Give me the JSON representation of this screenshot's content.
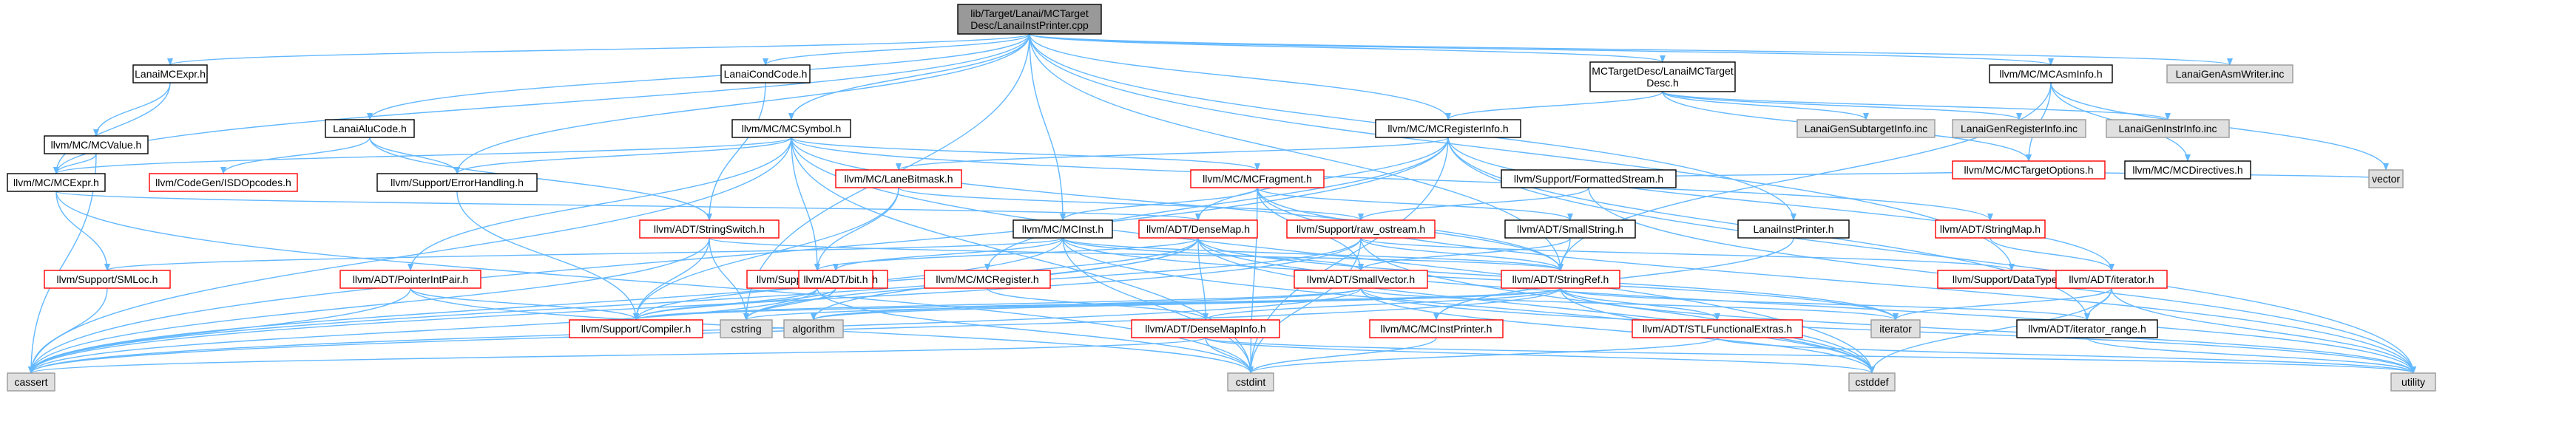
{
  "diagram": {
    "colors": {
      "edge": "#63b8ff",
      "root_fill": "#999999",
      "node_fill": "#ffffff",
      "node_stroke_black": "#000000",
      "node_stroke_red": "#ff0000",
      "external_fill": "#e0e0e0",
      "external_stroke": "#999999"
    },
    "nodes": [
      {
        "id": "root",
        "label": [
          "lib/Target/Lanai/MCTarget",
          "Desc/LanaiInstPrinter.cpp"
        ],
        "kind": "root"
      },
      {
        "id": "lanaimcexpr",
        "label": [
          "LanaiMCExpr.h"
        ],
        "kind": "normal"
      },
      {
        "id": "lanaicondcode",
        "label": [
          "LanaiCondCode.h"
        ],
        "kind": "normal"
      },
      {
        "id": "mctargetdesc",
        "label": [
          "MCTargetDesc/LanaiMCTarget",
          "Desc.h"
        ],
        "kind": "normal"
      },
      {
        "id": "mcasminfo",
        "label": [
          "llvm/MC/MCAsmInfo.h"
        ],
        "kind": "normal"
      },
      {
        "id": "genasmwriter",
        "label": [
          "LanaiGenAsmWriter.inc"
        ],
        "kind": "external"
      },
      {
        "id": "mcvalue",
        "label": [
          "llvm/MC/MCValue.h"
        ],
        "kind": "normal"
      },
      {
        "id": "lanaialucode",
        "label": [
          "LanaiAluCode.h"
        ],
        "kind": "normal"
      },
      {
        "id": "mcsymbol",
        "label": [
          "llvm/MC/MCSymbol.h"
        ],
        "kind": "normal"
      },
      {
        "id": "mcregisterinfo",
        "label": [
          "llvm/MC/MCRegisterInfo.h"
        ],
        "kind": "normal"
      },
      {
        "id": "gensubtarget",
        "label": [
          "LanaiGenSubtargetInfo.inc"
        ],
        "kind": "external"
      },
      {
        "id": "genregister",
        "label": [
          "LanaiGenRegisterInfo.inc"
        ],
        "kind": "external"
      },
      {
        "id": "geninstr",
        "label": [
          "LanaiGenInstrInfo.inc"
        ],
        "kind": "external"
      },
      {
        "id": "mctargetoptions",
        "label": [
          "llvm/MC/MCTargetOptions.h"
        ],
        "kind": "red"
      },
      {
        "id": "mcdirectives",
        "label": [
          "llvm/MC/MCDirectives.h"
        ],
        "kind": "normal"
      },
      {
        "id": "mcexpr",
        "label": [
          "llvm/MC/MCExpr.h"
        ],
        "kind": "normal"
      },
      {
        "id": "isdopcodes",
        "label": [
          "llvm/CodeGen/ISDOpcodes.h"
        ],
        "kind": "red"
      },
      {
        "id": "errorhandling",
        "label": [
          "llvm/Support/ErrorHandling.h"
        ],
        "kind": "normal"
      },
      {
        "id": "lanebitmask",
        "label": [
          "llvm/MC/LaneBitmask.h"
        ],
        "kind": "red"
      },
      {
        "id": "mcfragment",
        "label": [
          "llvm/MC/MCFragment.h"
        ],
        "kind": "red"
      },
      {
        "id": "formattedstream",
        "label": [
          "llvm/Support/FormattedStream.h"
        ],
        "kind": "normal"
      },
      {
        "id": "vector",
        "label": [
          "vector"
        ],
        "kind": "external"
      },
      {
        "id": "stringswitch",
        "label": [
          "llvm/ADT/StringSwitch.h"
        ],
        "kind": "red"
      },
      {
        "id": "mcinst",
        "label": [
          "llvm/MC/MCInst.h"
        ],
        "kind": "normal"
      },
      {
        "id": "densemap",
        "label": [
          "llvm/ADT/DenseMap.h"
        ],
        "kind": "red"
      },
      {
        "id": "rawostream",
        "label": [
          "llvm/Support/raw_ostream.h"
        ],
        "kind": "red"
      },
      {
        "id": "smallstring",
        "label": [
          "llvm/ADT/SmallString.h"
        ],
        "kind": "normal"
      },
      {
        "id": "lanaiinstprinter",
        "label": [
          "LanaiInstPrinter.h"
        ],
        "kind": "normal"
      },
      {
        "id": "stringmap",
        "label": [
          "llvm/ADT/StringMap.h"
        ],
        "kind": "red"
      },
      {
        "id": "smloc",
        "label": [
          "llvm/Support/SMLoc.h"
        ],
        "kind": "red"
      },
      {
        "id": "pointerintpair",
        "label": [
          "llvm/ADT/PointerIntPair.h"
        ],
        "kind": "red"
      },
      {
        "id": "mathextras",
        "label": [
          "llvm/Support/MathExtras.h"
        ],
        "kind": "red"
      },
      {
        "id": "bit",
        "label": [
          "llvm/ADT/bit.h"
        ],
        "kind": "red"
      },
      {
        "id": "mcregister",
        "label": [
          "llvm/MC/MCRegister.h"
        ],
        "kind": "red"
      },
      {
        "id": "smallvector",
        "label": [
          "llvm/ADT/SmallVector.h"
        ],
        "kind": "red"
      },
      {
        "id": "stringref",
        "label": [
          "llvm/ADT/StringRef.h"
        ],
        "kind": "red"
      },
      {
        "id": "datatypes",
        "label": [
          "llvm/Support/DataTypes.h"
        ],
        "kind": "red"
      },
      {
        "id": "iteratorh",
        "label": [
          "llvm/ADT/iterator.h"
        ],
        "kind": "red"
      },
      {
        "id": "compiler",
        "label": [
          "llvm/Support/Compiler.h"
        ],
        "kind": "red"
      },
      {
        "id": "cstring",
        "label": [
          "cstring"
        ],
        "kind": "external"
      },
      {
        "id": "algorithm",
        "label": [
          "algorithm"
        ],
        "kind": "external"
      },
      {
        "id": "densemapinfo",
        "label": [
          "llvm/ADT/DenseMapInfo.h"
        ],
        "kind": "red"
      },
      {
        "id": "mcinstprinter",
        "label": [
          "llvm/MC/MCInstPrinter.h"
        ],
        "kind": "red"
      },
      {
        "id": "stlfunctional",
        "label": [
          "llvm/ADT/STLFunctionalExtras.h"
        ],
        "kind": "red"
      },
      {
        "id": "iterator",
        "label": [
          "iterator"
        ],
        "kind": "external"
      },
      {
        "id": "iteratorrange",
        "label": [
          "llvm/ADT/iterator_range.h"
        ],
        "kind": "normal"
      },
      {
        "id": "cassert",
        "label": [
          "cassert"
        ],
        "kind": "external"
      },
      {
        "id": "cstdint",
        "label": [
          "cstdint"
        ],
        "kind": "external"
      },
      {
        "id": "cstddef",
        "label": [
          "cstddef"
        ],
        "kind": "external"
      },
      {
        "id": "utility",
        "label": [
          "utility"
        ],
        "kind": "external"
      }
    ],
    "edges": [
      [
        "root",
        "lanaimcexpr"
      ],
      [
        "root",
        "lanaicondcode"
      ],
      [
        "root",
        "mctargetdesc"
      ],
      [
        "root",
        "mcasminfo"
      ],
      [
        "root",
        "genasmwriter"
      ],
      [
        "root",
        "mcexpr"
      ],
      [
        "root",
        "lanaialucode"
      ],
      [
        "root",
        "mcsymbol"
      ],
      [
        "root",
        "mcregisterinfo"
      ],
      [
        "root",
        "errorhandling"
      ],
      [
        "root",
        "mcinst"
      ],
      [
        "root",
        "lanaiinstprinter"
      ],
      [
        "root",
        "datatypes"
      ],
      [
        "root",
        "cstring"
      ],
      [
        "root",
        "stringref"
      ],
      [
        "lanaimcexpr",
        "mcexpr"
      ],
      [
        "lanaimcexpr",
        "mcvalue"
      ],
      [
        "lanaicondcode",
        "stringswitch"
      ],
      [
        "mctargetdesc",
        "mcregisterinfo"
      ],
      [
        "mctargetdesc",
        "gensubtarget"
      ],
      [
        "mctargetdesc",
        "genregister"
      ],
      [
        "mctargetdesc",
        "geninstr"
      ],
      [
        "mctargetdesc",
        "mctargetoptions"
      ],
      [
        "mcasminfo",
        "mctargetoptions"
      ],
      [
        "mcasminfo",
        "mcdirectives"
      ],
      [
        "mcasminfo",
        "vector"
      ],
      [
        "mcasminfo",
        "stringref"
      ],
      [
        "mcvalue",
        "mcexpr"
      ],
      [
        "mcvalue",
        "cassert"
      ],
      [
        "lanaialucode",
        "isdopcodes"
      ],
      [
        "lanaialucode",
        "errorhandling"
      ],
      [
        "lanaialucode",
        "stringswitch"
      ],
      [
        "mcsymbol",
        "mcexpr"
      ],
      [
        "mcsymbol",
        "errorhandling"
      ],
      [
        "mcsymbol",
        "mcfragment"
      ],
      [
        "mcsymbol",
        "pointerintpair"
      ],
      [
        "mcsymbol",
        "mathextras"
      ],
      [
        "mcsymbol",
        "stringref"
      ],
      [
        "mcsymbol",
        "stringmap"
      ],
      [
        "mcsymbol",
        "cassert"
      ],
      [
        "mcsymbol",
        "cstdint"
      ],
      [
        "mcsymbol",
        "cstddef"
      ],
      [
        "mcregisterinfo",
        "lanebitmask"
      ],
      [
        "mcregisterinfo",
        "densemap"
      ],
      [
        "mcregisterinfo",
        "iteratorh"
      ],
      [
        "mcregisterinfo",
        "iteratorrange"
      ],
      [
        "mcregisterinfo",
        "mcregister"
      ],
      [
        "mcregisterinfo",
        "cassert"
      ],
      [
        "mcregisterinfo",
        "cstdint"
      ],
      [
        "mcregisterinfo",
        "utility"
      ],
      [
        "mctargetoptions",
        "formattedstream"
      ],
      [
        "mctargetoptions",
        "vector"
      ],
      [
        "mcexpr",
        "smloc"
      ],
      [
        "mcexpr",
        "cstdint"
      ],
      [
        "mcexpr",
        "densemap"
      ],
      [
        "errorhandling",
        "compiler"
      ],
      [
        "lanebitmask",
        "compiler"
      ],
      [
        "lanebitmask",
        "mathextras"
      ],
      [
        "lanebitmask",
        "rawostream"
      ],
      [
        "mcfragment",
        "mcinst"
      ],
      [
        "mcfragment",
        "smallvector"
      ],
      [
        "mcfragment",
        "smallstring"
      ],
      [
        "mcfragment",
        "stringref"
      ],
      [
        "mcfragment",
        "cstdint"
      ],
      [
        "mcfragment",
        "utility"
      ],
      [
        "formattedstream",
        "rawostream"
      ],
      [
        "formattedstream",
        "utility"
      ],
      [
        "stringswitch",
        "stringref"
      ],
      [
        "stringswitch",
        "compiler"
      ],
      [
        "stringswitch",
        "cassert"
      ],
      [
        "stringswitch",
        "cstring"
      ],
      [
        "mcinst",
        "smallvector"
      ],
      [
        "mcinst",
        "stringref"
      ],
      [
        "mcinst",
        "bit"
      ],
      [
        "mcinst",
        "smloc"
      ],
      [
        "mcinst",
        "cassert"
      ],
      [
        "mcinst",
        "cstddef"
      ],
      [
        "mcinst",
        "cstdint"
      ],
      [
        "mcinst",
        "iterator"
      ],
      [
        "densemap",
        "densemapinfo"
      ],
      [
        "densemap",
        "compiler"
      ],
      [
        "densemap",
        "mathextras"
      ],
      [
        "densemap",
        "algorithm"
      ],
      [
        "densemap",
        "cassert"
      ],
      [
        "densemap",
        "cstddef"
      ],
      [
        "densemap",
        "iterator"
      ],
      [
        "densemap",
        "utility"
      ],
      [
        "rawostream",
        "datatypes"
      ],
      [
        "rawostream",
        "stringref"
      ],
      [
        "rawostream",
        "cassert"
      ],
      [
        "rawostream",
        "cstddef"
      ],
      [
        "rawostream",
        "cstdint"
      ],
      [
        "rawostream",
        "cstring"
      ],
      [
        "smallstring",
        "smallvector"
      ],
      [
        "smallstring",
        "stringref"
      ],
      [
        "lanaiinstprinter",
        "mcinstprinter"
      ],
      [
        "stringmap",
        "iteratorh"
      ],
      [
        "smloc",
        "cassert"
      ],
      [
        "pointerintpair",
        "compiler"
      ],
      [
        "pointerintpair",
        "cassert"
      ],
      [
        "pointerintpair",
        "cstdint"
      ],
      [
        "mathextras",
        "compiler"
      ],
      [
        "mathextras",
        "bit"
      ],
      [
        "mathextras",
        "cassert"
      ],
      [
        "mathextras",
        "cstdint"
      ],
      [
        "bit",
        "compiler"
      ],
      [
        "bit",
        "cstring"
      ],
      [
        "mcregister",
        "densemapinfo"
      ],
      [
        "smallvector",
        "compiler"
      ],
      [
        "smallvector",
        "algorithm"
      ],
      [
        "smallvector",
        "cassert"
      ],
      [
        "smallvector",
        "cstddef"
      ],
      [
        "smallvector",
        "iterator"
      ],
      [
        "smallvector",
        "utility"
      ],
      [
        "stringref",
        "densemapinfo"
      ],
      [
        "stringref",
        "stlfunctional"
      ],
      [
        "stringref",
        "iteratorrange"
      ],
      [
        "stringref",
        "compiler"
      ],
      [
        "stringref",
        "algorithm"
      ],
      [
        "stringref",
        "cassert"
      ],
      [
        "stringref",
        "cstddef"
      ],
      [
        "stringref",
        "cstring"
      ],
      [
        "stringref",
        "utility"
      ],
      [
        "iteratorh",
        "iteratorrange"
      ],
      [
        "iteratorh",
        "iterator"
      ],
      [
        "iteratorh",
        "cstddef"
      ],
      [
        "iteratorh",
        "utility"
      ],
      [
        "densemapinfo",
        "cassert"
      ],
      [
        "densemapinfo",
        "cstddef"
      ],
      [
        "densemapinfo",
        "cstdint"
      ],
      [
        "densemapinfo",
        "utility"
      ],
      [
        "mcinstprinter",
        "cstdint"
      ],
      [
        "stlfunctional",
        "cstdint"
      ],
      [
        "stlfunctional",
        "utility"
      ],
      [
        "iteratorrange",
        "utility"
      ]
    ]
  }
}
